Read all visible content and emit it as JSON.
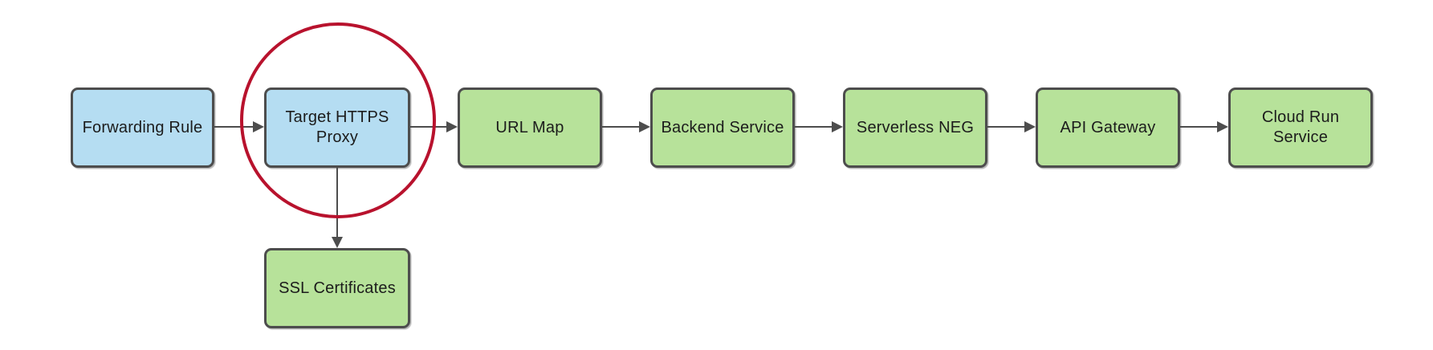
{
  "diagram": {
    "description": "Flow diagram of HTTPS load balancer routing to a Cloud Run service",
    "colors": {
      "node_blue_fill": "#b5ddf2",
      "node_green_fill": "#b7e29a",
      "node_border": "#4d4d4d",
      "arrow": "#4d4d4d",
      "text": "#1c1c1c",
      "highlight_circle": "#b8122d",
      "background": "#ffffff"
    },
    "nodes": [
      {
        "id": "forwarding-rule",
        "label": "Forwarding Rule",
        "fill": "blue",
        "highlighted": false
      },
      {
        "id": "target-https-proxy",
        "label": "Target HTTPS\nProxy",
        "fill": "blue",
        "highlighted": true
      },
      {
        "id": "url-map",
        "label": "URL Map",
        "fill": "green",
        "highlighted": false
      },
      {
        "id": "backend-service",
        "label": "Backend Service",
        "fill": "green",
        "highlighted": false
      },
      {
        "id": "serverless-neg",
        "label": "Serverless NEG",
        "fill": "green",
        "highlighted": false
      },
      {
        "id": "api-gateway",
        "label": "API Gateway",
        "fill": "green",
        "highlighted": false
      },
      {
        "id": "cloud-run-service",
        "label": "Cloud Run\nService",
        "fill": "green",
        "highlighted": false
      },
      {
        "id": "ssl-certificates",
        "label": "SSL Certificates",
        "fill": "green",
        "highlighted": false
      }
    ],
    "edges": [
      {
        "from": "forwarding-rule",
        "to": "target-https-proxy",
        "direction": "right"
      },
      {
        "from": "target-https-proxy",
        "to": "url-map",
        "direction": "right"
      },
      {
        "from": "url-map",
        "to": "backend-service",
        "direction": "right"
      },
      {
        "from": "backend-service",
        "to": "serverless-neg",
        "direction": "right"
      },
      {
        "from": "serverless-neg",
        "to": "api-gateway",
        "direction": "right"
      },
      {
        "from": "api-gateway",
        "to": "cloud-run-service",
        "direction": "right"
      },
      {
        "from": "target-https-proxy",
        "to": "ssl-certificates",
        "direction": "down"
      }
    ],
    "annotations": [
      {
        "type": "circle",
        "target": "target-https-proxy",
        "color": "#b8122d"
      }
    ]
  }
}
